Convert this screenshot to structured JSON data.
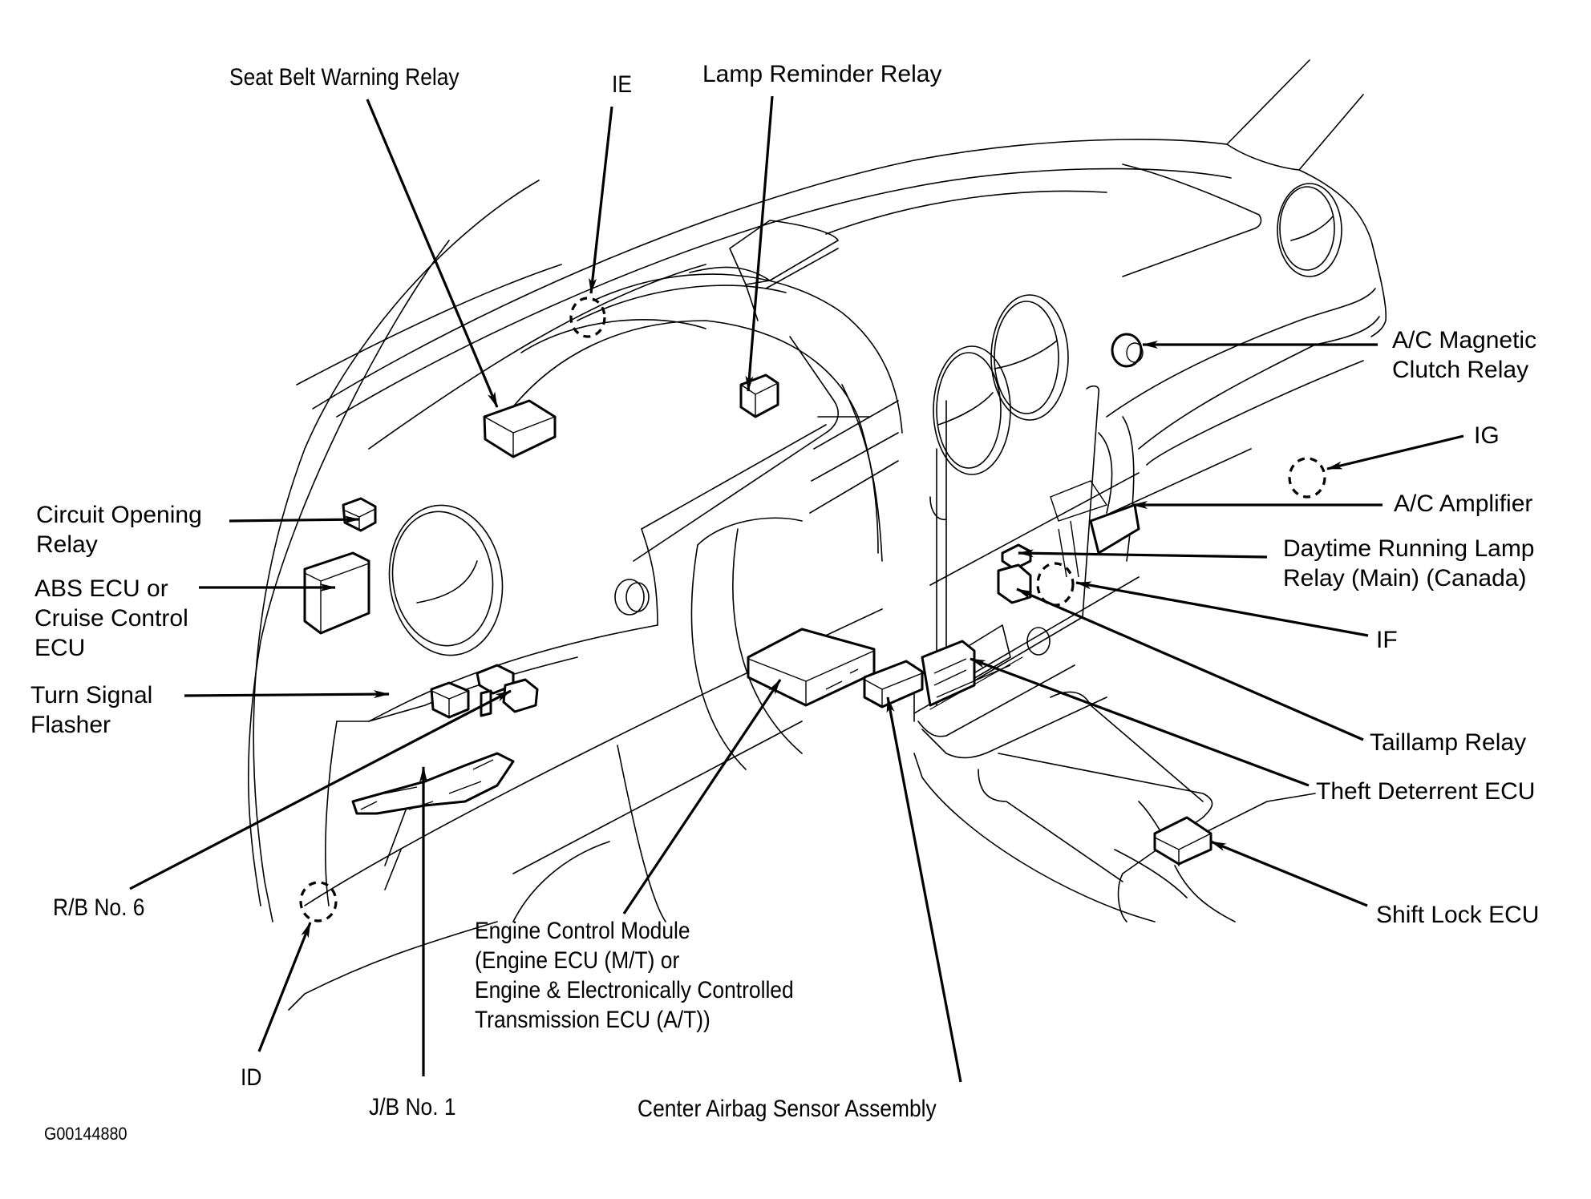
{
  "diagram": {
    "type": "component-location-diagram",
    "subject": "Instrument panel / dashboard component locations",
    "figure_code": "G00144880",
    "colors": {
      "ink": "#000000",
      "background": "#ffffff"
    },
    "labels": {
      "seat_belt_warning_relay": "Seat Belt Warning Relay",
      "ie": "IE",
      "lamp_reminder_relay": "Lamp Reminder Relay",
      "ac_magnetic_clutch_relay": "A/C Magnetic\nClutch Relay",
      "ig": "IG",
      "ac_amplifier": "A/C Amplifier",
      "daytime_running_lamp_relay": "Daytime Running Lamp\nRelay (Main) (Canada)",
      "if": "IF",
      "taillamp_relay": "Taillamp Relay",
      "theft_deterrent_ecu": "Theft Deterrent ECU",
      "shift_lock_ecu": "Shift Lock ECU",
      "circuit_opening_relay": "Circuit Opening\nRelay",
      "abs_ecu": "ABS ECU or\nCruise Control\nECU",
      "turn_signal_flasher": "Turn Signal\nFlasher",
      "rb_no6": "R/B No. 6",
      "id": "ID",
      "jb_no1": "J/B No. 1",
      "engine_control_module": "Engine Control Module\n(Engine ECU (M/T) or\nEngine & Electronically Controlled\nTransmission ECU (A/T))",
      "center_airbag_sensor": "Center Airbag Sensor Assembly"
    },
    "connectors": [
      "ID",
      "IE",
      "IF",
      "IG"
    ],
    "components": [
      "Seat Belt Warning Relay",
      "Lamp Reminder Relay",
      "A/C Magnetic Clutch Relay",
      "A/C Amplifier",
      "Daytime Running Lamp Relay (Main) (Canada)",
      "Taillamp Relay",
      "Theft Deterrent ECU",
      "Shift Lock ECU",
      "Circuit Opening Relay",
      "ABS ECU or Cruise Control ECU",
      "Turn Signal Flasher",
      "R/B No. 6",
      "J/B No. 1",
      "Engine Control Module",
      "Center Airbag Sensor Assembly"
    ]
  }
}
